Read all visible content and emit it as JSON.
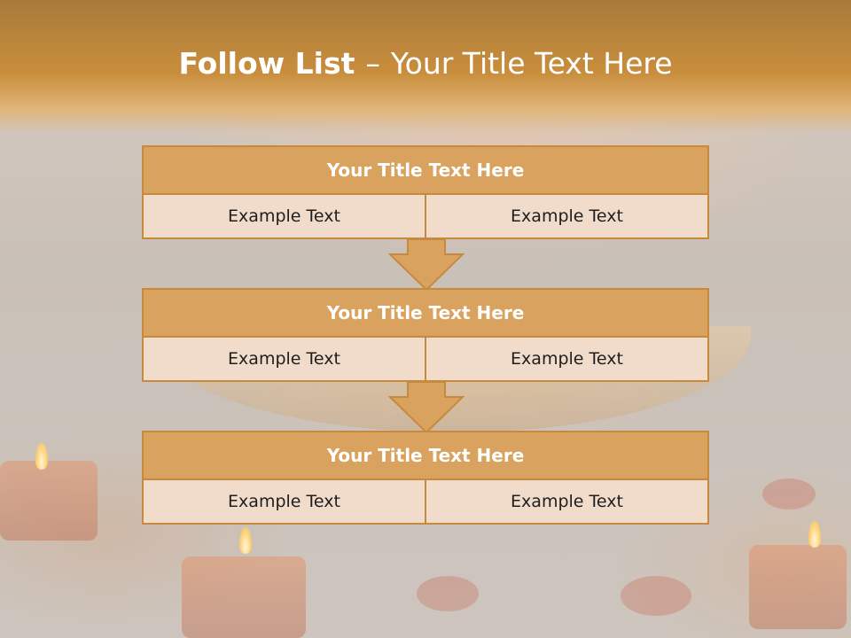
{
  "slide": {
    "title_bold": "Follow List",
    "title_sep": "–",
    "title_rest": "Your Title Text Here"
  },
  "blocks": [
    {
      "title": "Your Title Text Here",
      "left": "Example Text",
      "right": "Example Text"
    },
    {
      "title": "Your Title Text Here",
      "left": "Example Text",
      "right": "Example Text"
    },
    {
      "title": "Your Title Text Here",
      "left": "Example Text",
      "right": "Example Text"
    }
  ],
  "colors": {
    "header_band": "#c98e3c",
    "block_title_fill": "#d9a35f",
    "block_border": "#c68a3e",
    "block_cell_fill": "#f1dccb",
    "arrow_fill": "#d9a35f"
  },
  "icons": {
    "arrow": "down-arrow-icon"
  }
}
